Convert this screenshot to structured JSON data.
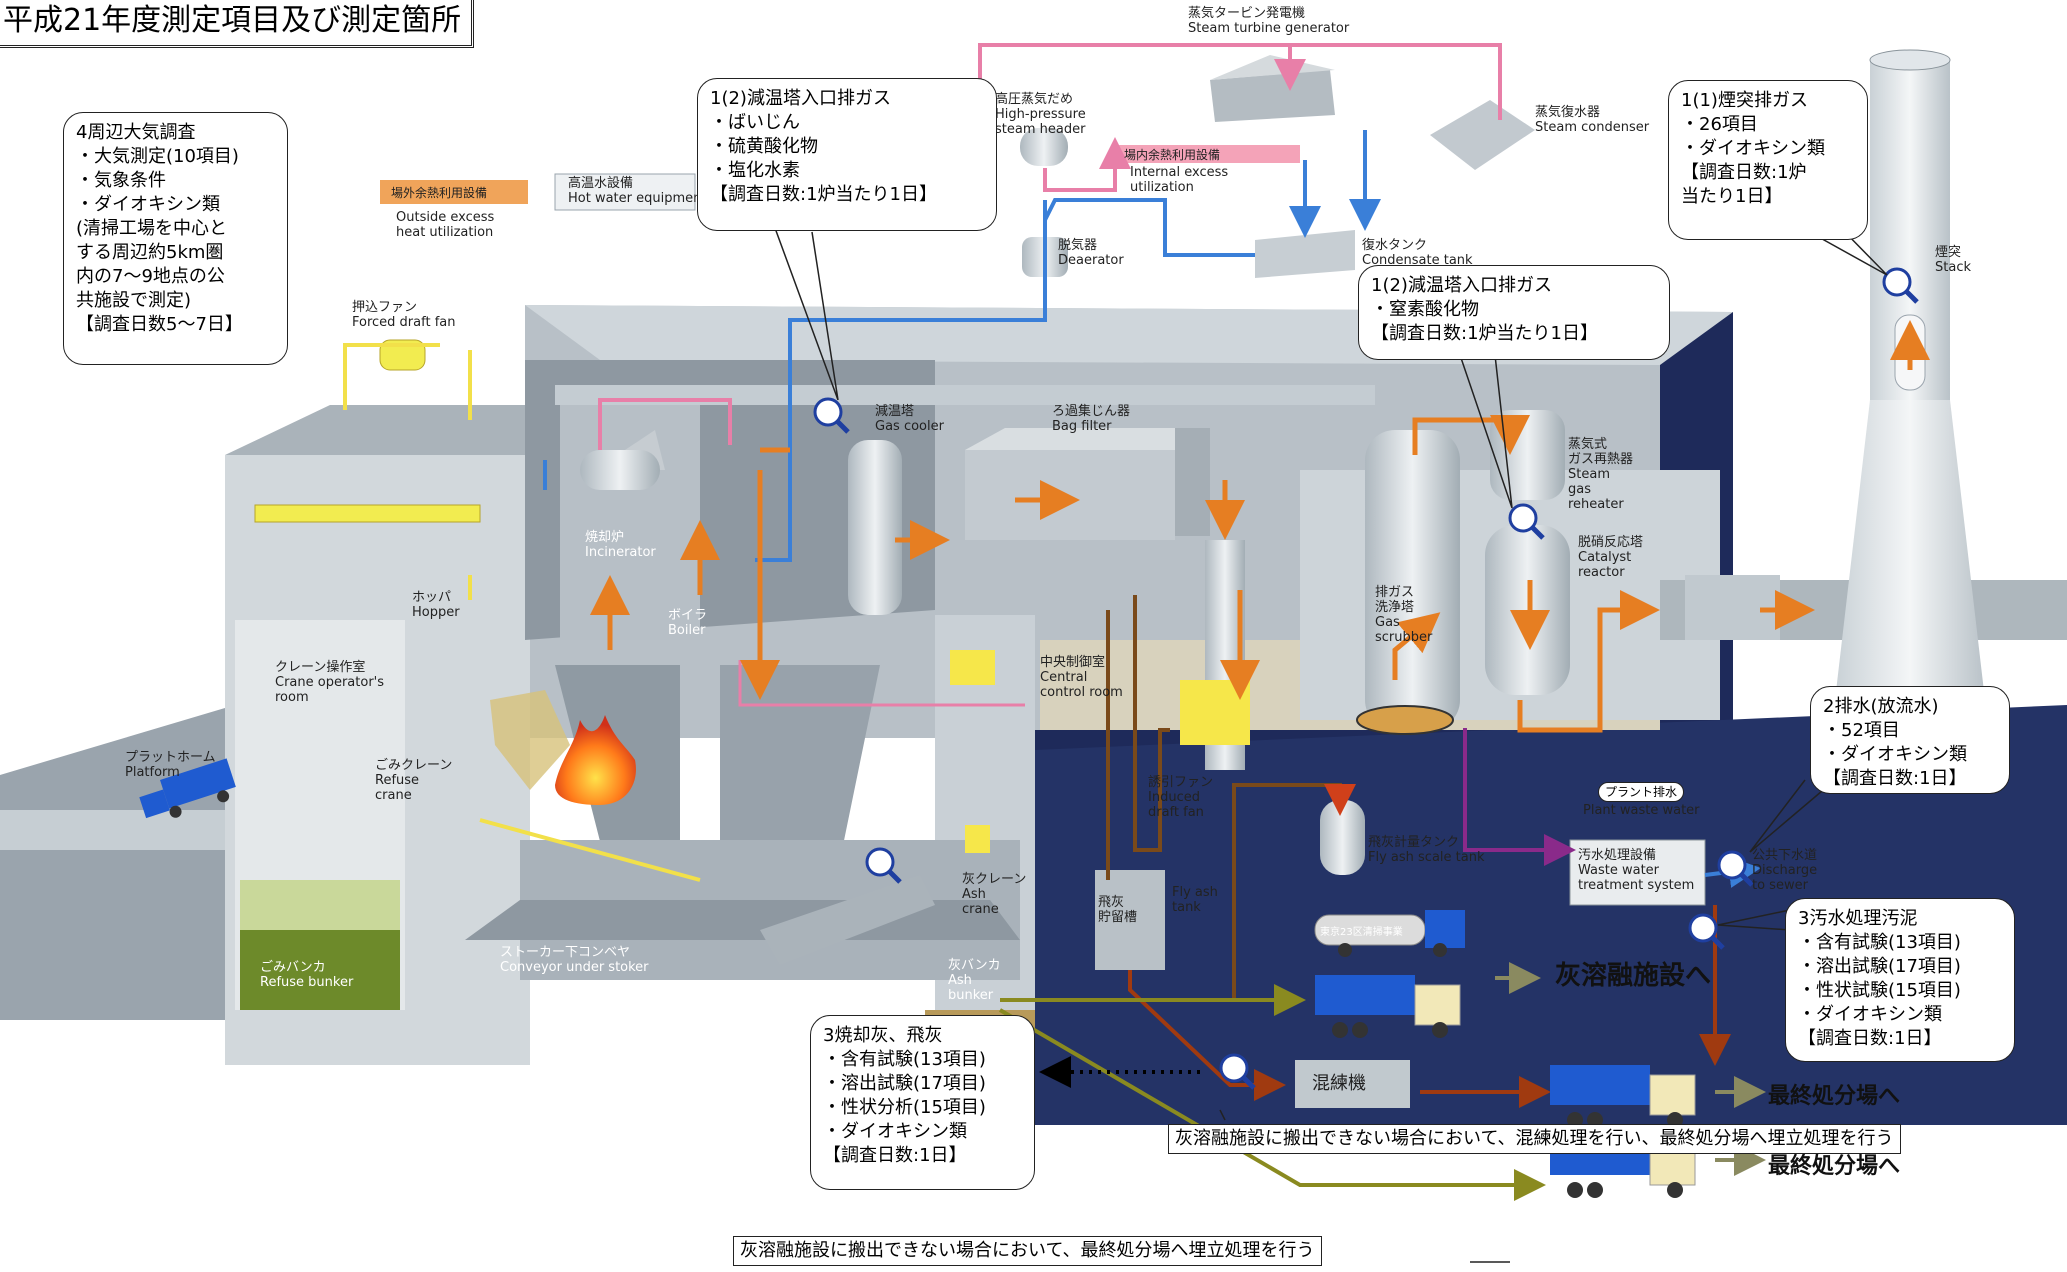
{
  "title": "平成21年度測定項目及び測定箇所",
  "callouts": {
    "atmos": {
      "lines": [
        "4周辺大気調査",
        "・大気測定(10項目)",
        "・気象条件",
        "・ダイオキシン類",
        "(清掃工場を中心と",
        "する周辺約5km圏",
        "内の7～9地点の公",
        "共施設で測定)",
        "【調査日数5～7日】"
      ]
    },
    "coolerA": {
      "lines": [
        "1(2)減温塔入口排ガス",
        "・ばいじん",
        "・硫黄酸化物",
        "・塩化水素",
        "【調査日数:1炉当たり1日】"
      ]
    },
    "coolerB": {
      "lines": [
        "1(2)減温塔入口排ガス",
        "・窒素酸化物",
        "【調査日数:1炉当たり1日】"
      ]
    },
    "stack": {
      "lines": [
        "1(1)煙突排ガス",
        "・26項目",
        "・ダイオキシン類",
        "【調査日数:1炉",
        "当たり1日】"
      ]
    },
    "water": {
      "lines": [
        "2排水(放流水)",
        "・52項目",
        "・ダイオキシン類",
        "【調査日数:1日】"
      ]
    },
    "sludge": {
      "lines": [
        "3汚水処理汚泥",
        "・含有試験(13項目)",
        "・溶出試験(17項目)",
        "・性状試験(15項目)",
        "・ダイオキシン類",
        "【調査日数:1日】"
      ]
    },
    "ash": {
      "lines": [
        "3焼却灰、飛灰",
        "・含有試験(13項目)",
        "・溶出試験(17項目)",
        "・性状分析(15項目)",
        "・ダイオキシン類",
        "【調査日数:1日】"
      ]
    }
  },
  "equipment": {
    "turbine": "蒸気タービン発電機\nSteam turbine generator",
    "header": "高圧蒸気だめ\nHigh-pressure\nsteam header",
    "condenser": "蒸気復水器\nSteam condenser",
    "internal_tag": "場内余熱利用設備",
    "internal": "Internal excess\nutilization",
    "outside_tag": "場外余熱利用設備",
    "outside": "Outside excess\nheat utilization",
    "hotwater": "高温水設備\nHot water equipment",
    "deaerator": "脱気器\nDeaerator",
    "condtank": "復水タンク\nCondensate tank",
    "fdfan": "押込ファン\nForced draft fan",
    "gascooler": "減温塔\nGas cooler",
    "bagfilter": "ろ過集じん器\nBag filter",
    "stackname": "煙突\nStack",
    "reheater": "蒸気式\nガス再熱器\nSteam\ngas\nreheater",
    "catalyst": "脱硝反応塔\nCatalyst\nreactor",
    "scrubber": "排ガス\n洗浄塔\nGas\nscrubber",
    "incinerator": "焼却炉\nIncinerator",
    "boiler": "ボイラ\nBoiler",
    "hopper": "ホッパ\nHopper",
    "craneroom": "クレーン操作室\nCrane operator's\nroom",
    "platform": "プラットホーム\nPlatform",
    "refusecrane": "ごみクレーン\nRefuse\ncrane",
    "refusebunker": "ごみバンカ\nRefuse bunker",
    "conveyor": "ストーカー下コンベヤ\nConveyor under stoker",
    "control": "中央制御室\nCentral\ncontrol room",
    "idfan": "誘引ファン\nInduced\ndraft fan",
    "flyashbin": "飛灰\n貯留槽",
    "flyashtank": "Fly ash\ntank",
    "ashcrane": "灰クレーン\nAsh\ncrane",
    "ashbunker": "灰バンカ\nAsh\nbunker",
    "scaletank": "飛灰計量タンク\nFly ash scale tank",
    "plantwaste_tag": "プラント排水",
    "plantwaste": "Plant waste water",
    "wwt": "汚水処理設備\nWaste water\ntreatment system",
    "sewer": "公共下水道\nDischarge\nto sewer",
    "truck_text": "東京23区清掃事業"
  },
  "mixer": "混練機",
  "dest_melt": "灰溶融施設へ",
  "dest_final1": "最終処分場へ",
  "dest_final2": "最終処分場へ",
  "note1": "灰溶融施設に搬出できない場合において、混練処理を行い、最終処分場へ埋立処理を行う",
  "note2": "灰溶融施設に搬出できない場合において、最終処分場へ埋立処理を行う",
  "colors": {
    "steam": "#e87fa8",
    "water": "#3a7fd8",
    "air": "#e6e63a",
    "gas": "#e67e22",
    "ash": "#7a4a1a",
    "sludge": "#a03a10",
    "drain": "#8a2a8a",
    "olive": "#8a8a20",
    "wall": "#9aa4ad",
    "navy": "#1e2a5a",
    "floor": "#e8dcc0"
  }
}
